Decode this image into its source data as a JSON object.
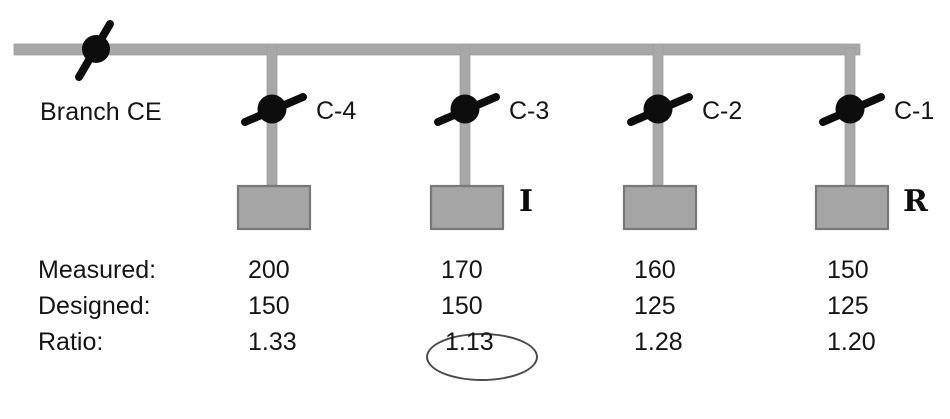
{
  "diagram": {
    "bus": {
      "label": "Branch CE",
      "color": "#a8a8a8"
    },
    "main_switch": {
      "name": "branch-ce-switch",
      "color": "#0d0d0d"
    },
    "feeders": [
      {
        "id": "C-4",
        "label": "C-4",
        "load_letter": ""
      },
      {
        "id": "C-3",
        "label": "C-3",
        "load_letter": "I"
      },
      {
        "id": "C-2",
        "label": "C-2",
        "load_letter": ""
      },
      {
        "id": "C-1",
        "label": "C-1",
        "load_letter": "R"
      }
    ],
    "colors": {
      "conductor": "#a8a8a8",
      "conductor_edge": "#9a9a9a",
      "switch": "#0d0d0d",
      "load_box_fill": "#a5a5a5",
      "load_box_border": "#787878",
      "text": "#151515",
      "highlight_ring": "#4a4a4a"
    }
  },
  "table": {
    "rows": [
      {
        "label": "Measured:",
        "values": [
          "200",
          "170",
          "160",
          "150"
        ]
      },
      {
        "label": "Designed:",
        "values": [
          "150",
          "150",
          "125",
          "125"
        ]
      },
      {
        "label": "Ratio:",
        "values": [
          "1.33",
          "1.13",
          "1.28",
          "1.20"
        ]
      }
    ],
    "highlighted_cell": {
      "row": 2,
      "column": 1,
      "value": "1.13"
    }
  }
}
